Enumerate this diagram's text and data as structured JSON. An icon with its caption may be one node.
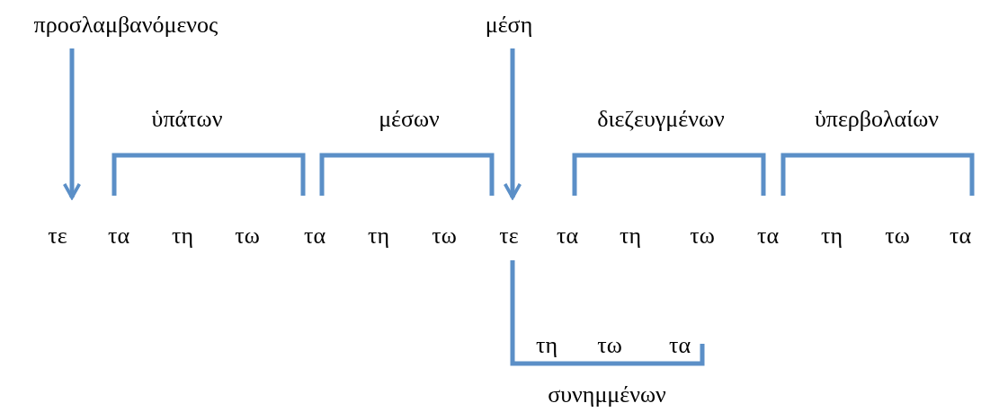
{
  "diagram": {
    "nodes": [
      {
        "text": [
          "προσλαμβανόμενος"
        ]
      },
      {
        "text": [
          "μέση"
        ]
      },
      {
        "text": [
          "τε"
        ]
      },
      {
        "text": [
          "τε"
        ]
      }
    ],
    "edges": [
      {
        "from": 0,
        "to": 2,
        "arrow": "to"
      },
      {
        "from": 1,
        "to": 3,
        "arrow": "to"
      }
    ],
    "labels": [
      "ὑπάτων",
      "μέσων",
      "διεζευγμένων",
      "ὑπερβολαίων",
      "τα",
      "τη",
      "τω",
      "τα",
      "τη",
      "τω",
      "τα",
      "τη",
      "τω",
      "τα",
      "τη",
      "τω",
      "τα",
      "τη",
      "τω",
      "τα",
      "συνημμένων"
    ]
  }
}
